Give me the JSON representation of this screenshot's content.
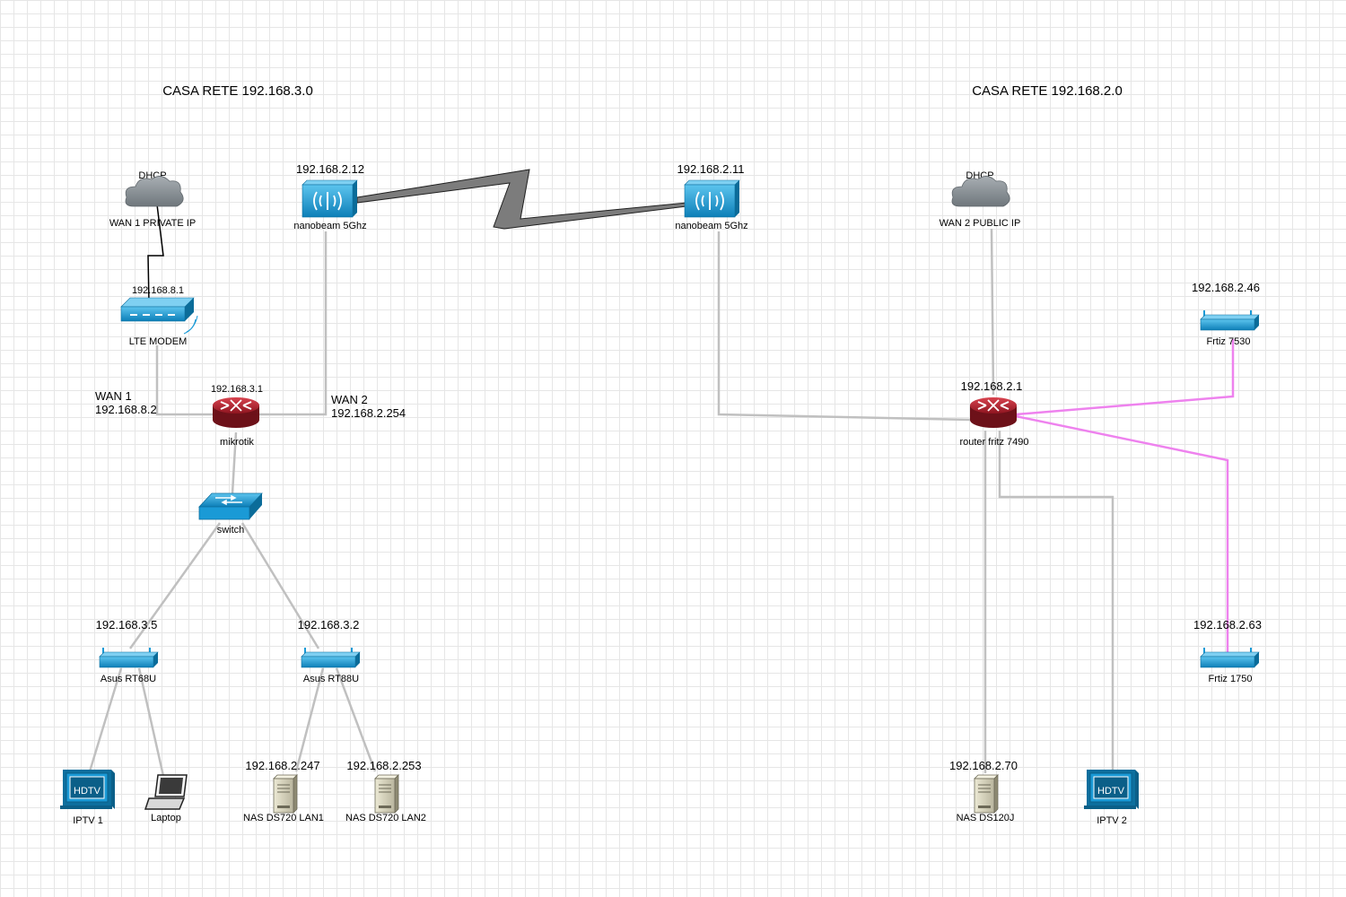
{
  "networks": {
    "left_title": "CASA RETE 192.168.3.0",
    "right_title": "CASA RETE 192.168.2.0"
  },
  "nodes": {
    "cloud_left": {
      "top": "DHCP",
      "bottom": "WAN 1 PRIVATE IP"
    },
    "lte_modem": {
      "ip": "192.168.8.1",
      "label": "LTE MODEM"
    },
    "nanobeam_left": {
      "ip": "192.168.2.12",
      "label": "nanobeam 5Ghz"
    },
    "nanobeam_right": {
      "ip": "192.168.2.11",
      "label": "nanobeam 5Ghz"
    },
    "mikrotik": {
      "ip": "192.168.3.1",
      "label": "mikrotik",
      "wan1_name": "WAN 1",
      "wan1_ip": "192.168.8.2",
      "wan2_name": "WAN 2",
      "wan2_ip": "192.168.2.254"
    },
    "switch": {
      "label": "switch"
    },
    "asus_68": {
      "ip": "192.168.3.5",
      "label": "Asus RT68U"
    },
    "asus_88": {
      "ip": "192.168.3.2",
      "label": "Asus RT88U"
    },
    "iptv1": {
      "screen": "HDTV",
      "label": "IPTV 1"
    },
    "laptop": {
      "label": "Laptop"
    },
    "nas_lan1": {
      "ip": "192.168.2.247",
      "label": "NAS DS720 LAN1"
    },
    "nas_lan2": {
      "ip": "192.168.2.253",
      "label": "NAS DS720 LAN2"
    },
    "cloud_right": {
      "top": "DHCP",
      "bottom": "WAN 2 PUBLIC IP"
    },
    "fritz_7490": {
      "ip": "192.168.2.1",
      "label": "router fritz 7490"
    },
    "fritz_7530": {
      "ip": "192.168.2.46",
      "label": "Frtiz 7530"
    },
    "fritz_1750": {
      "ip": "192.168.2.63",
      "label": "Frtiz 1750"
    },
    "nas_120j": {
      "ip": "192.168.2.70",
      "label": "NAS DS120J"
    },
    "iptv2": {
      "screen": "HDTV",
      "label": "IPTV 2"
    }
  },
  "colors": {
    "wired_link": "#c0c0c0",
    "wireless_link": "#ee82ee",
    "device_blue": "#1a9ad6",
    "router_red": "#b8232f",
    "cloud_gray": "#8c949a"
  }
}
